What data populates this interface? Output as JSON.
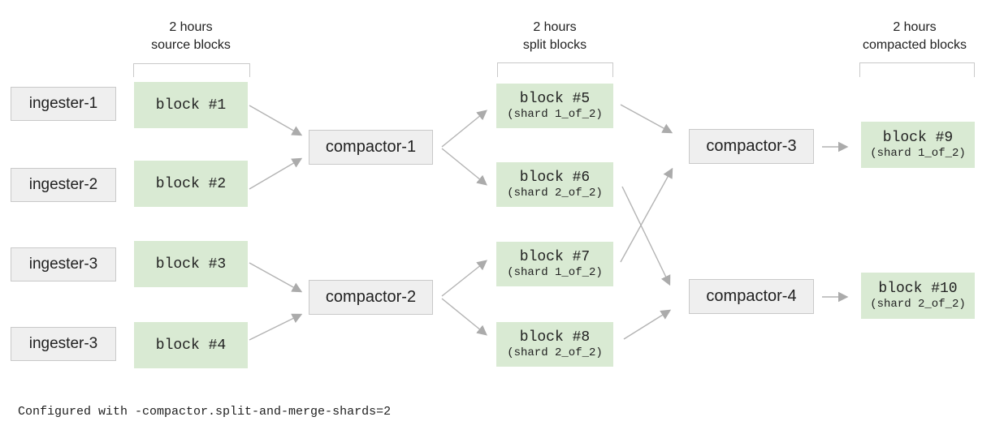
{
  "diagram": {
    "column_headers": [
      {
        "line1": "2 hours",
        "line2": "source blocks"
      },
      {
        "line1": "2 hours",
        "line2": "split blocks"
      },
      {
        "line1": "2 hours",
        "line2": "compacted blocks"
      }
    ],
    "ingesters": [
      {
        "label": "ingester-1"
      },
      {
        "label": "ingester-2"
      },
      {
        "label": "ingester-3"
      },
      {
        "label": "ingester-3"
      }
    ],
    "source_blocks": [
      {
        "label": "block #1"
      },
      {
        "label": "block #2"
      },
      {
        "label": "block #3"
      },
      {
        "label": "block #4"
      }
    ],
    "split_compactors": [
      {
        "label": "compactor-1"
      },
      {
        "label": "compactor-2"
      }
    ],
    "split_blocks": [
      {
        "label": "block #5",
        "shard": "(shard 1_of_2)"
      },
      {
        "label": "block #6",
        "shard": "(shard 2_of_2)"
      },
      {
        "label": "block #7",
        "shard": "(shard 1_of_2)"
      },
      {
        "label": "block #8",
        "shard": "(shard 2_of_2)"
      }
    ],
    "merge_compactors": [
      {
        "label": "compactor-3"
      },
      {
        "label": "compactor-4"
      }
    ],
    "compacted_blocks": [
      {
        "label": "block #9",
        "shard": "(shard 1_of_2)"
      },
      {
        "label": "block #10",
        "shard": "(shard 2_of_2)"
      }
    ],
    "edges": [
      {
        "from": "block #1",
        "to": "compactor-1"
      },
      {
        "from": "block #2",
        "to": "compactor-1"
      },
      {
        "from": "block #3",
        "to": "compactor-2"
      },
      {
        "from": "block #4",
        "to": "compactor-2"
      },
      {
        "from": "compactor-1",
        "to": "block #5"
      },
      {
        "from": "compactor-1",
        "to": "block #6"
      },
      {
        "from": "compactor-2",
        "to": "block #7"
      },
      {
        "from": "compactor-2",
        "to": "block #8"
      },
      {
        "from": "block #5",
        "to": "compactor-3"
      },
      {
        "from": "block #7",
        "to": "compactor-3"
      },
      {
        "from": "block #6",
        "to": "compactor-4"
      },
      {
        "from": "block #8",
        "to": "compactor-4"
      },
      {
        "from": "compactor-3",
        "to": "block #9"
      },
      {
        "from": "compactor-4",
        "to": "block #10"
      }
    ],
    "footer": "Configured with -compactor.split-and-merge-shards=2",
    "colors": {
      "block_fill": "#d9ead3",
      "node_fill": "#efefef",
      "node_border": "#c9c9c9",
      "bracket": "#c9c9c9",
      "arrow": "#ababab",
      "text": "#212121",
      "background": "#ffffff"
    }
  }
}
